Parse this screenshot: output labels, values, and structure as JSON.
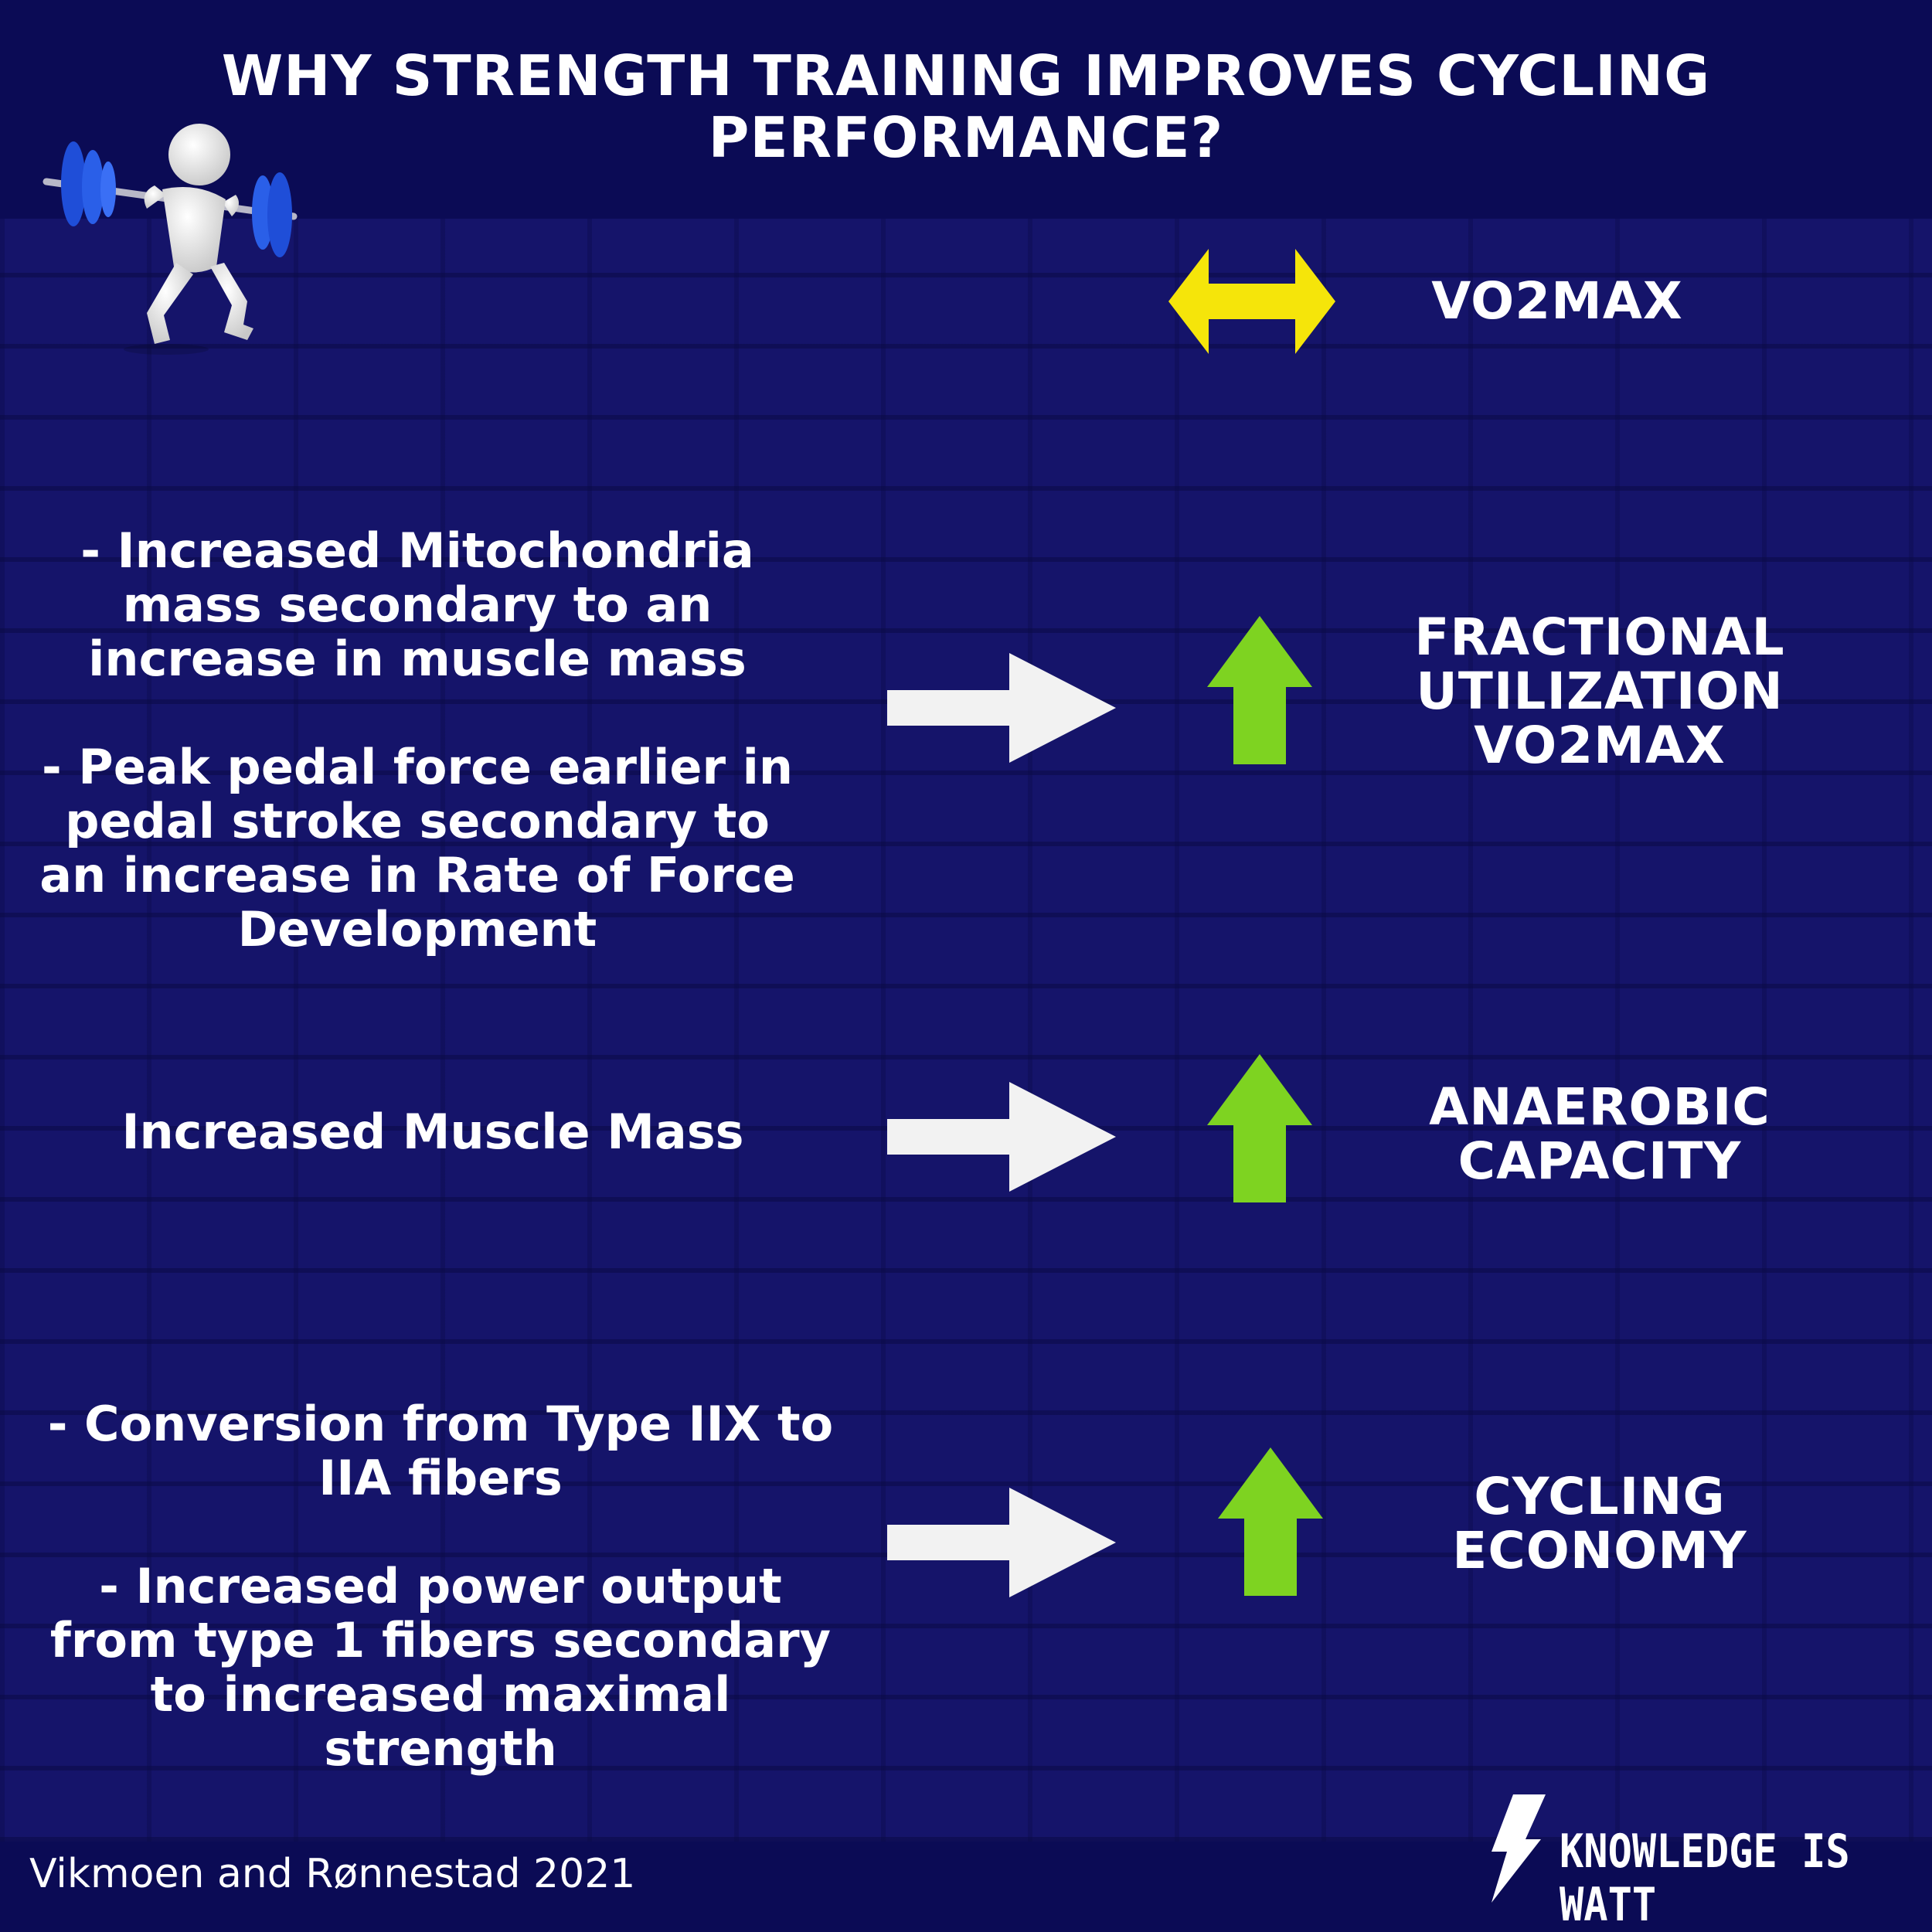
{
  "title": "WHY STRENGTH TRAINING IMPROVES CYCLING PERFORMANCE?",
  "rows": [
    {
      "cause": "",
      "effect": "neutral",
      "outcome": "VO2MAX"
    },
    {
      "cause": "- Increased Mitochondria mass secondary to an increase in muscle mass\n\n- Peak pedal force earlier in pedal stroke secondary to an increase in Rate of Force Development",
      "effect": "increase",
      "outcome": "FRACTIONAL UTILIZATION VO2MAX"
    },
    {
      "cause": "Increased Muscle Mass",
      "effect": "increase",
      "outcome": "ANAEROBIC CAPACITY"
    },
    {
      "cause": "- Conversion from Type IIX to IIA fibers\n\n- Increased power output from type 1 fibers secondary to increased maximal strength",
      "effect": "increase",
      "outcome": "CYCLING ECONOMY"
    }
  ],
  "citation": "Vikmoen and Rønnestad 2021",
  "brand": "KNOWLEDGE IS WATT",
  "colors": {
    "background": "#0d0d5c",
    "increase_arrow": "#7ed321",
    "neutral_arrow": "#f5e50a",
    "flow_arrow": "#f2f2f2",
    "text": "#ffffff"
  },
  "icons": [
    "weightlifter-figure-icon",
    "lightning-bolt-icon"
  ]
}
